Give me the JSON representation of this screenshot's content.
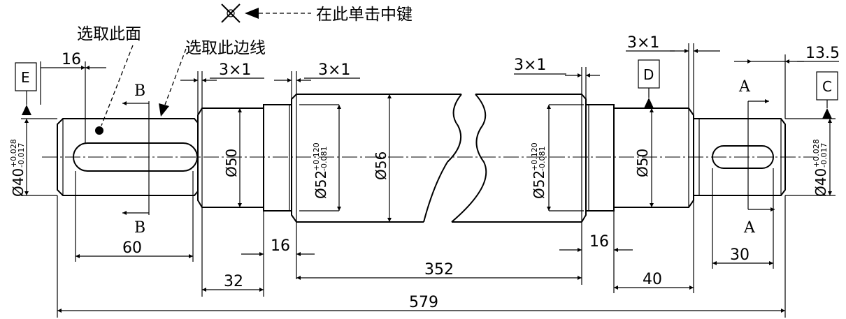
{
  "annotations": {
    "click_middle": "在此单击中键",
    "select_face": "选取此面",
    "select_edge": "选取此边线"
  },
  "datums": {
    "e": "E",
    "d": "D",
    "c": "C"
  },
  "sections": {
    "b_top": "B",
    "b_bottom": "B",
    "a_top": "A",
    "a_bottom": "A"
  },
  "dimensions": {
    "d16_top": "16",
    "chamfer_1": "3×1",
    "chamfer_2": "3×1",
    "chamfer_3": "3×1",
    "chamfer_4": "3×1",
    "d13_5": "13.5",
    "d60": "60",
    "d16_a": "16",
    "d16_b": "16",
    "d32": "32",
    "d352": "352",
    "d40": "40",
    "d30": "30",
    "d579": "579",
    "dia40_left": "Ø40",
    "dia40_left_upper": "+0.028",
    "dia40_left_lower": "-0.017",
    "dia50_left": "Ø50",
    "dia52_left": "Ø52",
    "dia52_left_upper": "+0.120",
    "dia52_left_lower": "-0.081",
    "dia56": "Ø56",
    "dia52_right": "Ø52",
    "dia52_right_upper": "+0.120",
    "dia52_right_lower": "-0.081",
    "dia50_right": "Ø50",
    "dia40_right": "Ø40",
    "dia40_right_upper": "+0.028",
    "dia40_right_lower": "-0.017"
  }
}
